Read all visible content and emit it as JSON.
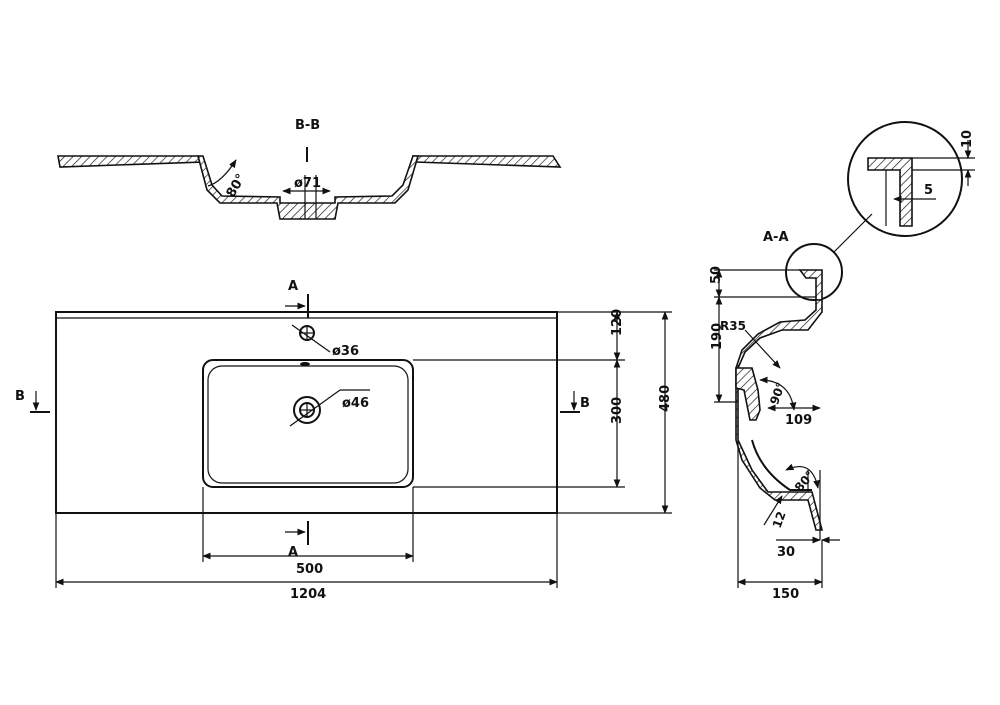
{
  "sections": {
    "bb_title": "B-B",
    "aa_title": "A-A",
    "marker_a": "A",
    "marker_b": "B"
  },
  "dims": {
    "d71": "ø71",
    "angle80_top": "80°",
    "d36": "ø36",
    "d46": "ø46",
    "h120": "120",
    "h300": "300",
    "h480": "480",
    "w500": "500",
    "w1204": "1204",
    "d10": "10",
    "d5": "5",
    "d50": "50",
    "d190": "190",
    "r35": "R35",
    "a90": "90°",
    "d109": "109",
    "a80_side": "80°",
    "d12": "12",
    "d30": "30",
    "d150": "150"
  }
}
